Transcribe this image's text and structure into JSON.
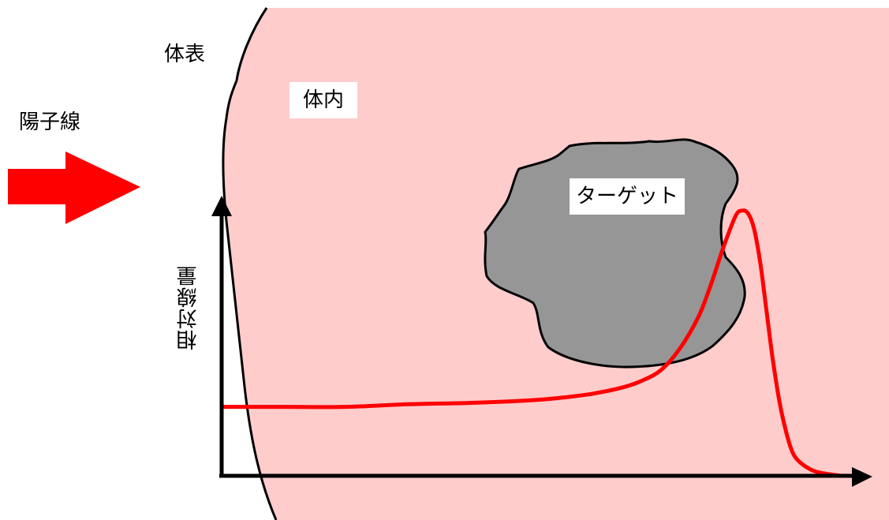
{
  "labels": {
    "surface": "体表",
    "beam": "陽子線",
    "body_inside": "体内",
    "target": "ターゲット",
    "y_axis": "相対線量"
  },
  "colors": {
    "body": "#ffcccc",
    "target": "#969696",
    "arrow": "#ff0000",
    "curve": "#ff0000",
    "axis": "#000000"
  },
  "chart_data": {
    "type": "line",
    "title": "",
    "xlabel": "",
    "ylabel": "相対線量",
    "grid": false,
    "series": [
      {
        "x": [
          0,
          10,
          20,
          30,
          40,
          50,
          55,
          60,
          65,
          68,
          71,
          74,
          77,
          79,
          81,
          83,
          84,
          85,
          86,
          87,
          88,
          89,
          90,
          91,
          92,
          93,
          95,
          97,
          100
        ],
        "values": [
          26,
          26,
          26,
          27,
          27.5,
          28.5,
          29.5,
          31,
          33.5,
          36,
          40,
          48,
          60,
          72,
          86,
          98,
          100,
          99,
          93,
          80,
          62,
          44,
          29,
          18,
          10,
          6,
          2.5,
          1,
          0
        ]
      }
    ]
  }
}
